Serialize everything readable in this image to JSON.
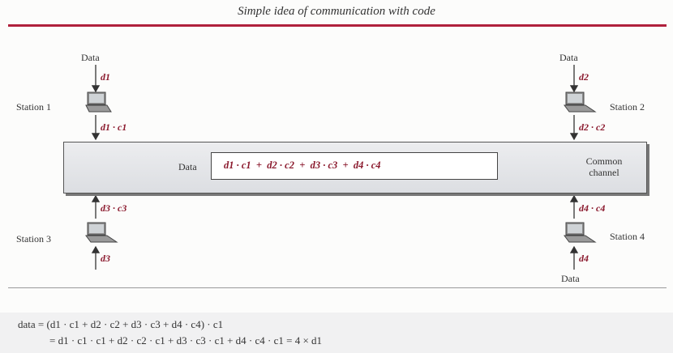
{
  "header": {
    "title": "Simple idea of communication with code"
  },
  "channel": {
    "data_label": "Data",
    "name_line1": "Common",
    "name_line2": "channel",
    "sum_expression": "d1 · c1  +  d2 · c2  +  d3 · c3  +  d4 · c4"
  },
  "stations": [
    {
      "name": "Station 1",
      "data_label": "Data",
      "input": "d1",
      "coded": "d1 · c1"
    },
    {
      "name": "Station 2",
      "data_label": "Data",
      "input": "d2",
      "coded": "d2 · c2"
    },
    {
      "name": "Station 3",
      "input": "d3",
      "coded": "d3 · c3"
    },
    {
      "name": "Station 4",
      "data_label": "Data",
      "input": "d4",
      "coded": "d4 · c4"
    }
  ],
  "formula": {
    "line1": "data = (d1 · c1 + d2 · c2 + d3 · c3 + d4 · c4) · c1",
    "line2": "= d1 · c1 · c1 + d2 · c2 · c1 + d3 · c3 · c1 + d4 · c4 · c1 = 4 × d1"
  },
  "colors": {
    "accent_line": "#b0203c",
    "variable": "#8b1a2e",
    "channel_fill": "#e4e6e9"
  },
  "icons": [
    "laptop-icon",
    "arrow-down-icon",
    "arrow-up-icon"
  ]
}
